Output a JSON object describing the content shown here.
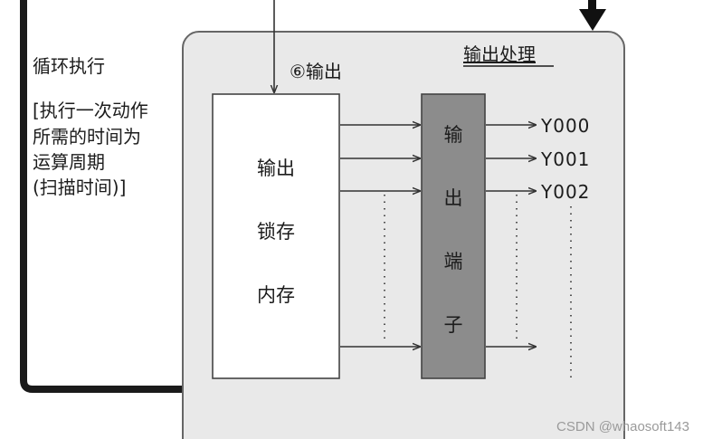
{
  "diagram": {
    "cycle_label": "循环执行",
    "scan_note_lines": [
      "[执行一次动作",
      "所需的时间为",
      "运算周期",
      "(扫描时间)]"
    ],
    "step_label": "⑥输出",
    "section_title": "输出处理",
    "memory_block_lines": [
      "输出",
      "锁存",
      "内存"
    ],
    "terminal_block_chars": [
      "输",
      "出",
      "端",
      "子"
    ],
    "outputs": [
      "Y000",
      "Y001",
      "Y002"
    ],
    "colors": {
      "panel": "#e9e9e9",
      "panel_border": "#666666",
      "terminal_fill": "#8c8c8c",
      "loop_line": "#1a1a1a"
    }
  },
  "watermark": "CSDN @whaosoft143"
}
